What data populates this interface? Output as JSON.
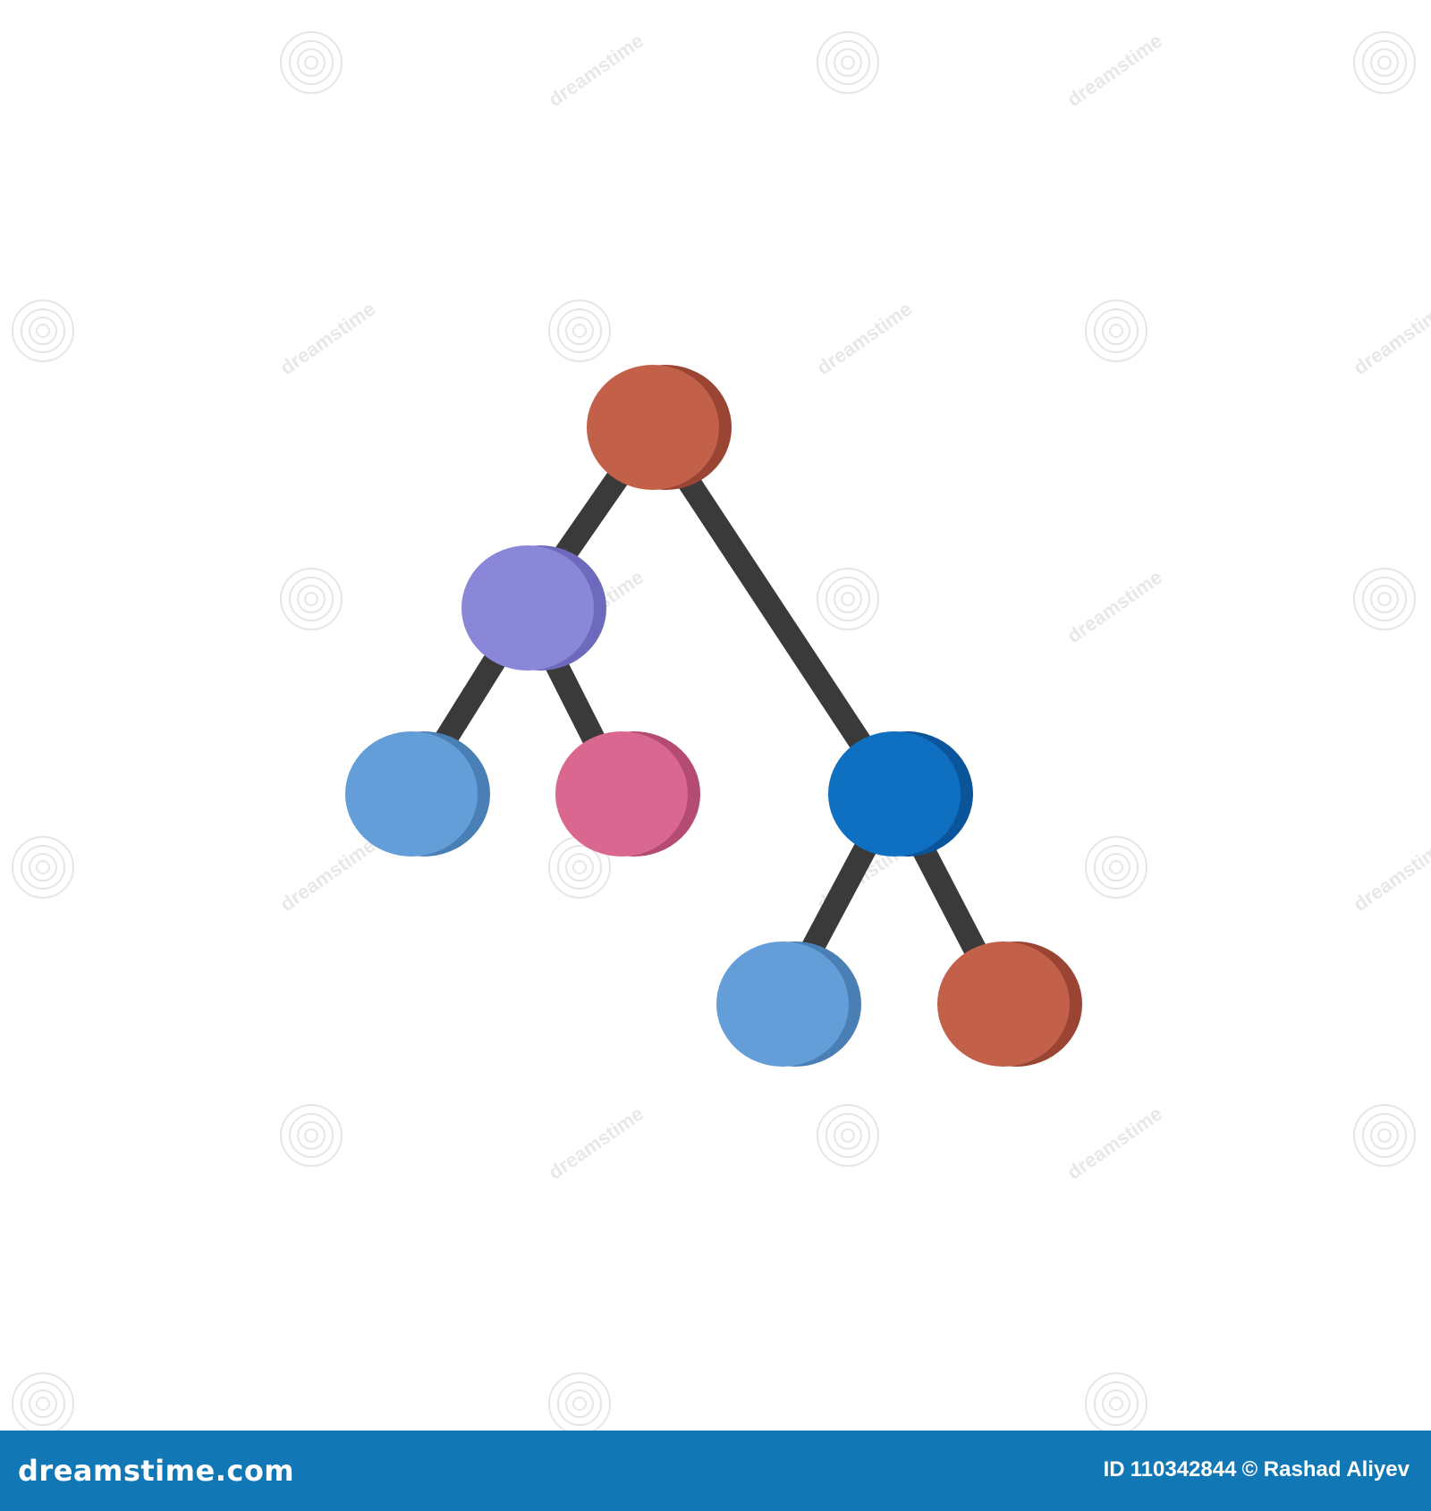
{
  "diagram": {
    "type": "tree",
    "edge_color": "#3a3a3a",
    "nodes": [
      {
        "id": "root",
        "color": "#c2604a",
        "shade": "#9a4434"
      },
      {
        "id": "left",
        "color": "#8a87d8",
        "shade": "#6d6abd"
      },
      {
        "id": "left-left",
        "color": "#639ed8",
        "shade": "#4a7fb6"
      },
      {
        "id": "left-right",
        "color": "#d9678f",
        "shade": "#b44b72"
      },
      {
        "id": "right",
        "color": "#0f6fc0",
        "shade": "#0a549a"
      },
      {
        "id": "right-left",
        "color": "#639ed8",
        "shade": "#4a7fb6"
      },
      {
        "id": "right-right",
        "color": "#c2604a",
        "shade": "#9a4434"
      }
    ],
    "edges": [
      {
        "from": "root",
        "to": "left"
      },
      {
        "from": "root",
        "to": "right"
      },
      {
        "from": "left",
        "to": "left-left"
      },
      {
        "from": "left",
        "to": "left-right"
      },
      {
        "from": "right",
        "to": "right-left"
      },
      {
        "from": "right",
        "to": "right-right"
      }
    ]
  },
  "watermark": {
    "text": "dreamstime"
  },
  "footer": {
    "brand": "dreamstime.com",
    "id_label": "ID",
    "image_id": "110342844",
    "copyright": "© Rashad Aliyev",
    "background": "#1277b5"
  }
}
